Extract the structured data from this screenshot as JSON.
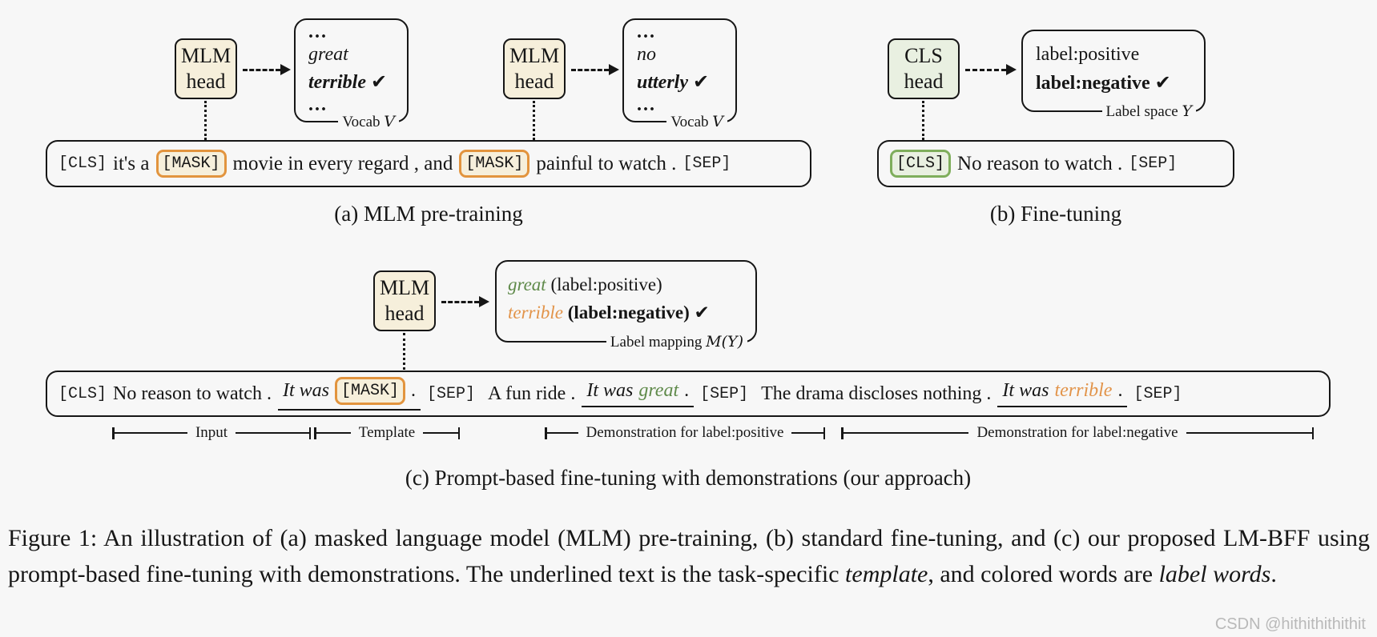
{
  "colors": {
    "background": "#f7f7f7",
    "cream_fill": "#f6efdb",
    "orange_accent": "#e2943e",
    "green_border": "#7fae5c",
    "green_fill": "#e9f0e1",
    "green_word": "#5f8a4a",
    "orange_word": "#e2944a"
  },
  "panel_a": {
    "caption": "(a) MLM pre-training",
    "head1": {
      "line1": "MLM",
      "line2": "head"
    },
    "head2": {
      "line1": "MLM",
      "line2": "head"
    },
    "vocab1": {
      "ellipsis_top": "...",
      "word1": "great",
      "word2": "terrible",
      "check": "✔",
      "ellipsis_bottom": "...",
      "label": "Vocab",
      "label_symbol": "V"
    },
    "vocab2": {
      "ellipsis_top": "...",
      "word1": "no",
      "word2": "utterly",
      "check": "✔",
      "ellipsis_bottom": "...",
      "label": "Vocab",
      "label_symbol": "V"
    },
    "sentence": {
      "cls": "[CLS]",
      "t1": "it's a",
      "mask1": "[MASK]",
      "t2": "movie in every regard , and",
      "mask2": "[MASK]",
      "t3": "painful to watch .",
      "sep": "[SEP]"
    }
  },
  "panel_b": {
    "caption": "(b) Fine-tuning",
    "head": {
      "line1": "CLS",
      "line2": "head"
    },
    "label_space": {
      "line1": "label:positive",
      "line2": "label:negative",
      "check": "✔",
      "label": "Label space",
      "label_symbol": "Y"
    },
    "sentence": {
      "cls": "[CLS]",
      "t1": "No reason to watch .",
      "sep": "[SEP]"
    }
  },
  "panel_c": {
    "caption": "(c) Prompt-based fine-tuning with demonstrations (our approach)",
    "head": {
      "line1": "MLM",
      "line2": "head"
    },
    "mapping": {
      "row1_word": "great",
      "row1_rest": "(label:positive)",
      "row2_word": "terrible",
      "row2_rest": "(label:negative)",
      "check": "✔",
      "label": "Label mapping",
      "label_symbol": "M(Y)"
    },
    "sentence": {
      "cls": "[CLS]",
      "input_text": "No reason to watch .",
      "tpl_it_was": "It was",
      "mask": "[MASK]",
      "tpl_period": ".",
      "sep1": "[SEP]",
      "demo_pos_text": "A fun ride .",
      "demo_pos_it_was": "It was",
      "demo_pos_word": "great",
      "demo_pos_period": ".",
      "sep2": "[SEP]",
      "demo_neg_text": "The drama discloses nothing .",
      "demo_neg_it_was": "It was",
      "demo_neg_word": "terrible",
      "demo_neg_period": ".",
      "sep3": "[SEP]"
    },
    "legend": {
      "input": "Input",
      "template": "Template",
      "demo_pos": "Demonstration for label:positive",
      "demo_neg": "Demonstration for label:negative"
    }
  },
  "figure_caption": {
    "part1": "Figure 1: An illustration of (a) masked language model (MLM) pre-training, (b) standard fine-tuning, and (c) our proposed LM-BFF using prompt-based fine-tuning with demonstrations. The underlined text is the task-specific ",
    "italic1": "template",
    "part2": ", and colored words are ",
    "italic2": "label words",
    "part3": "."
  },
  "watermark": "CSDN @hithithithithit"
}
